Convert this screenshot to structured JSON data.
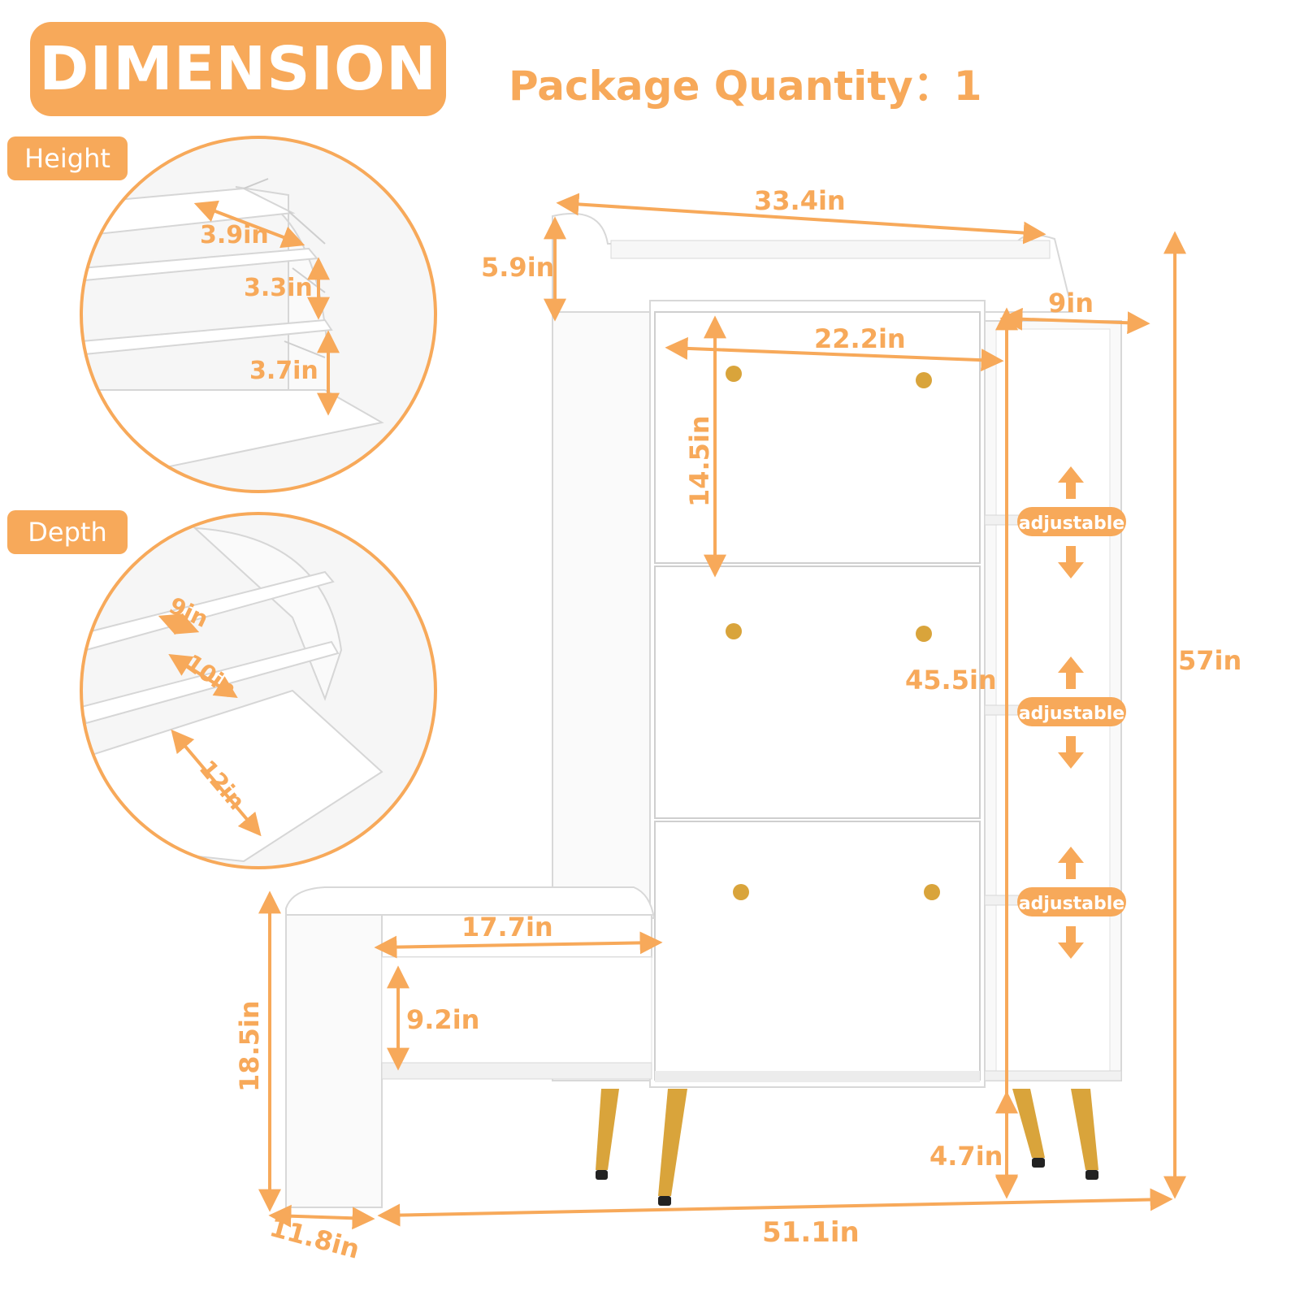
{
  "header": {
    "title": "DIMENSION",
    "package_quantity": "Package Quantity：1"
  },
  "detail_tags": {
    "height": "Height",
    "depth": "Depth"
  },
  "height_detail": {
    "gap_1": "3.9in",
    "gap_2": "3.3in",
    "gap_3": "3.7in"
  },
  "depth_detail": {
    "shelf_1": "9in",
    "shelf_2": "10in",
    "shelf_3": "12in"
  },
  "dimensions": {
    "width_total": "33.4in",
    "top_height": "5.9in",
    "side_depth": "9in",
    "door_width": "22.2in",
    "door_height": "14.5in",
    "cabinet_height": "45.5in",
    "overall_height": "57in",
    "bench_width": "17.7in",
    "bench_shelf": "9.2in",
    "bench_height": "18.5in",
    "leg_height": "4.7in",
    "bench_depth": "11.8in",
    "overall_width": "51.1in"
  },
  "side_shelves": {
    "label": "adjustable"
  },
  "colors": {
    "accent": "#f7a95a",
    "gold": "#d9a43b",
    "panel": "#ffffff",
    "edge": "#d8d8d8"
  }
}
